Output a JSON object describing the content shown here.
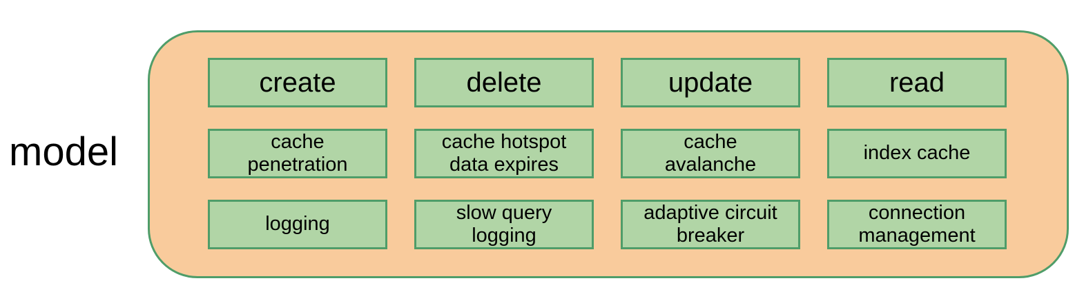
{
  "model_label": "model",
  "colors": {
    "background": "#FFFFFF",
    "container_fill": "#F9CB9C",
    "container_border": "#4F9D69",
    "box_fill": "#B1D5A6",
    "box_border": "#4F9D69",
    "text": "#000000"
  },
  "columns": [
    {
      "header": "create",
      "middle": [
        "cache",
        "penetration"
      ],
      "bottom": [
        "logging"
      ]
    },
    {
      "header": "delete",
      "middle": [
        "cache hotspot",
        "data expires"
      ],
      "bottom": [
        "slow query",
        "logging"
      ]
    },
    {
      "header": "update",
      "middle": [
        "cache",
        "avalanche"
      ],
      "bottom": [
        "adaptive circuit",
        "breaker"
      ]
    },
    {
      "header": "read",
      "middle": [
        "index cache"
      ],
      "bottom": [
        "connection",
        "management"
      ]
    }
  ]
}
